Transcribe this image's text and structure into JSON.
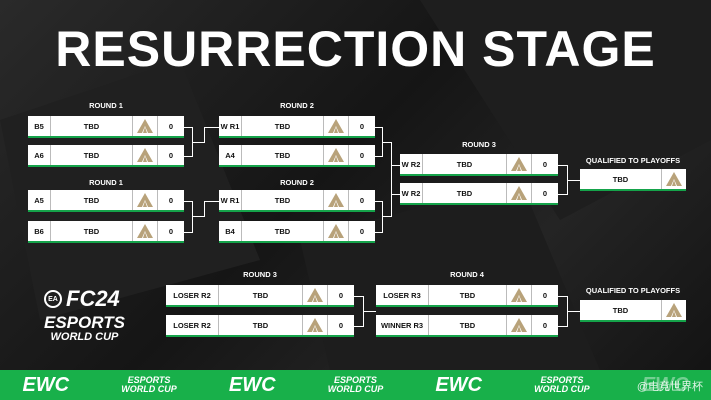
{
  "title": "RESURRECTION STAGE",
  "upper": {
    "group1_label": "ROUND 1",
    "group1": [
      {
        "seed": "B5",
        "team": "TBD",
        "score": "0"
      },
      {
        "seed": "A6",
        "team": "TBD",
        "score": "0"
      }
    ],
    "group2_label": "ROUND 1",
    "group2": [
      {
        "seed": "A5",
        "team": "TBD",
        "score": "0"
      },
      {
        "seed": "B6",
        "team": "TBD",
        "score": "0"
      }
    ],
    "r2a_label": "ROUND 2",
    "r2a": [
      {
        "seed": "W R1",
        "team": "TBD",
        "score": "0"
      },
      {
        "seed": "A4",
        "team": "TBD",
        "score": "0"
      }
    ],
    "r2b_label": "ROUND 2",
    "r2b": [
      {
        "seed": "W R1",
        "team": "TBD",
        "score": "0"
      },
      {
        "seed": "B4",
        "team": "TBD",
        "score": "0"
      }
    ],
    "r3_label": "ROUND 3",
    "r3": [
      {
        "seed": "W R2",
        "team": "TBD",
        "score": "0"
      },
      {
        "seed": "W R2",
        "team": "TBD",
        "score": "0"
      }
    ],
    "qual_label": "QUALIFIED TO PLAYOFFS",
    "qual_team": "TBD"
  },
  "lower": {
    "r3_label": "ROUND 3",
    "r3": [
      {
        "seed": "LOSER R2",
        "team": "TBD",
        "score": "0"
      },
      {
        "seed": "LOSER R2",
        "team": "TBD",
        "score": "0"
      }
    ],
    "r4_label": "ROUND 4",
    "r4": [
      {
        "seed": "LOSER R3",
        "team": "TBD",
        "score": "0"
      },
      {
        "seed": "WINNER R3",
        "team": "TBD",
        "score": "0"
      }
    ],
    "qual_label": "QUALIFIED TO PLAYOFFS",
    "qual_team": "TBD"
  },
  "brand": {
    "ea": "EA",
    "fc": "FC24",
    "esports": "ESPORTS",
    "worldcup": "WORLD CUP"
  },
  "footer": {
    "ewc": "EWC",
    "line1": "ESPORTS",
    "line2": "WORLD CUP"
  },
  "watermark": "@电竞世界杯",
  "colors": {
    "accent": "#18b04a",
    "logo_gold": "#b8a27a"
  }
}
